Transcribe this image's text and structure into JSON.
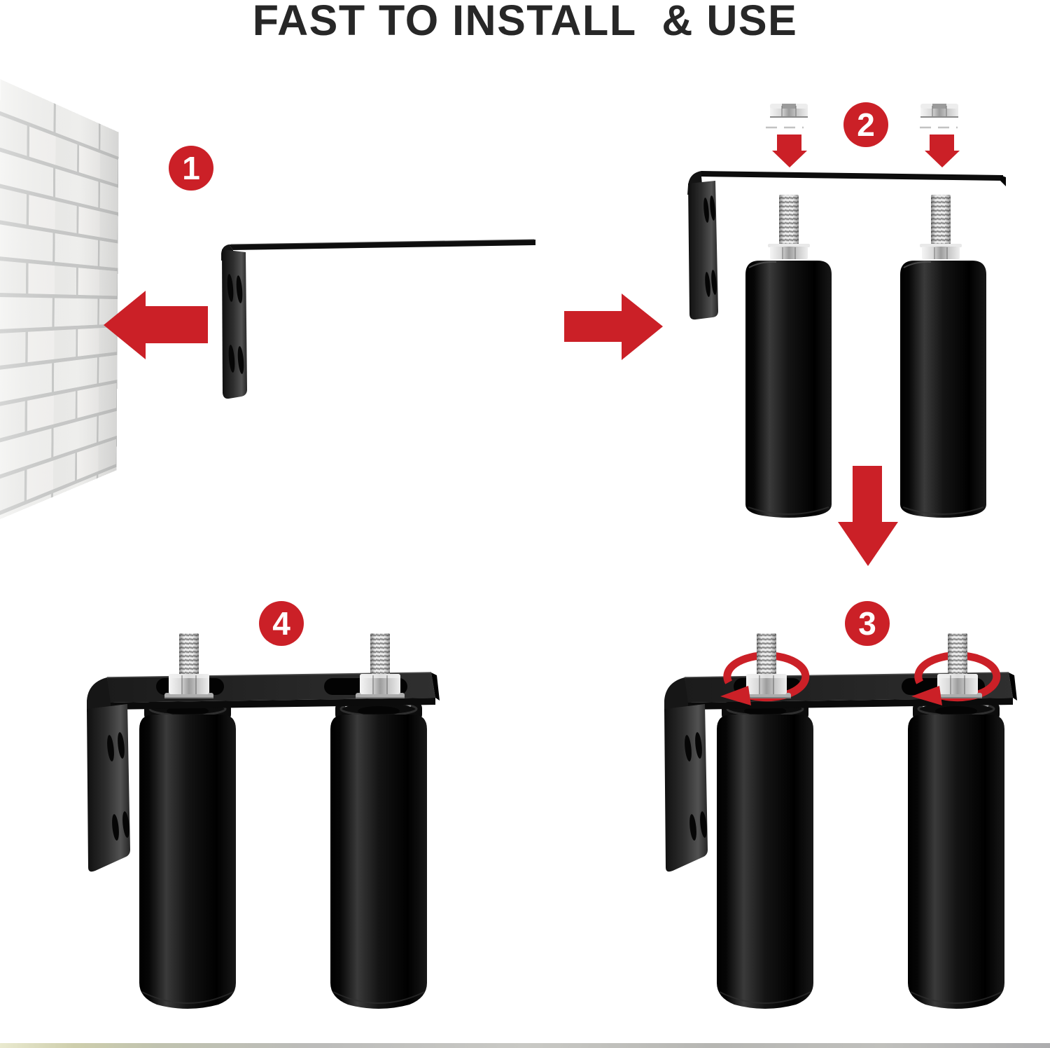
{
  "title": "FAST TO INSTALL  & USE",
  "steps": [
    {
      "number": "1"
    },
    {
      "number": "2"
    },
    {
      "number": "3"
    },
    {
      "number": "4"
    }
  ],
  "colors": {
    "accent_red": "#cb2027",
    "badge_text": "#ffffff",
    "title_text": "#272727"
  }
}
